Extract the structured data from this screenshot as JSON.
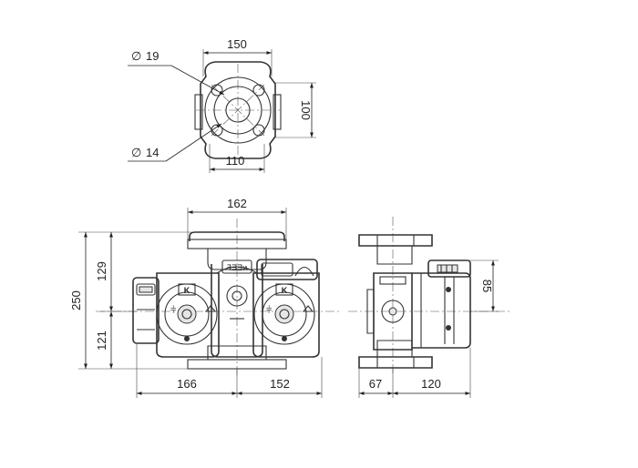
{
  "dimensions": {
    "top_width": "150",
    "top_height": "100",
    "top_bottom_width": "110",
    "hole_19": "19",
    "hole_14": "14",
    "front_span": "162",
    "front_total_height": "250",
    "front_upper_height": "129",
    "front_lower_height": "121",
    "front_left_width": "166",
    "front_right_width": "152",
    "side_left_width": "67",
    "side_right_width": "120",
    "side_height": "85"
  },
  "symbols": {
    "diameter": "∅"
  },
  "labels": {
    "top_logo": "ꟻƎƎᴎ",
    "head_mark_left": "K",
    "head_mark_right": "K"
  }
}
